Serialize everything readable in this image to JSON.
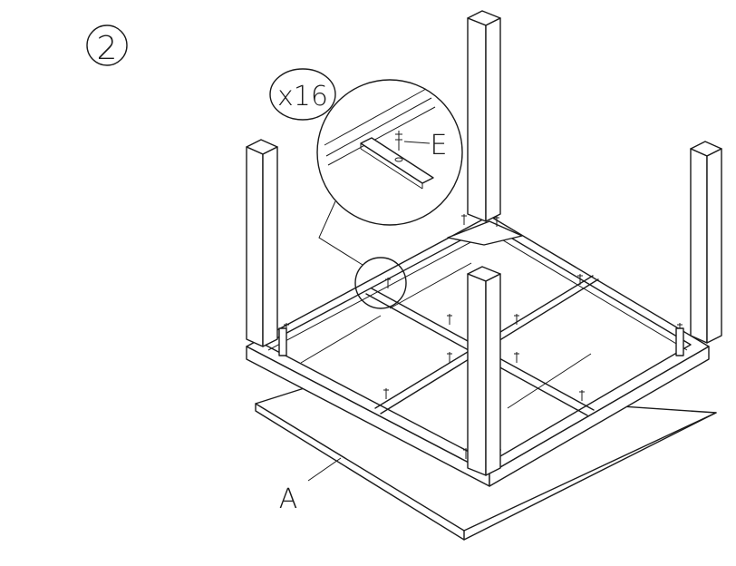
{
  "step": {
    "number": "2"
  },
  "callout": {
    "quantity": "x16",
    "part_label": "E"
  },
  "parts": {
    "panel_label": "A"
  },
  "colors": {
    "line": "#1a1a1a",
    "background": "#ffffff"
  }
}
